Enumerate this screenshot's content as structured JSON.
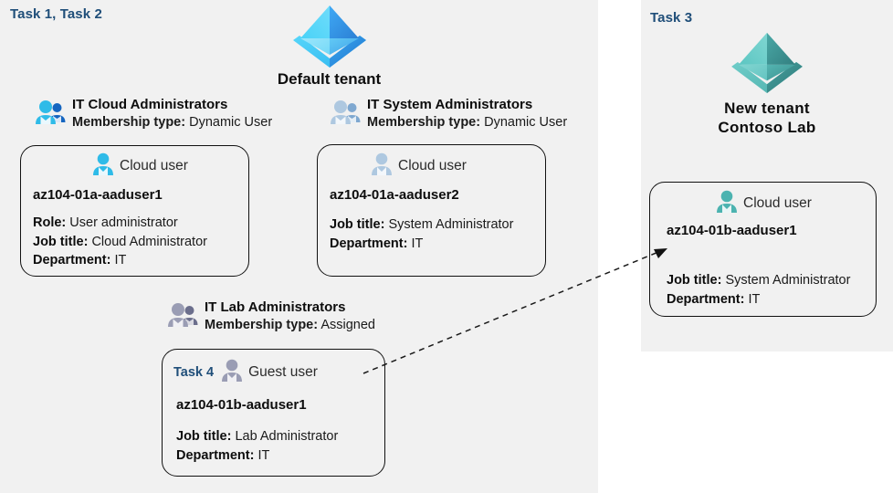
{
  "tasks": {
    "left_label": "Task 1, Task 2",
    "right_label": "Task 3",
    "guest_label": "Task 4"
  },
  "tenants": {
    "default": {
      "name": "Default tenant",
      "icon": "azure-tenant-pyramid-icon",
      "color": "#33c3f0"
    },
    "new": {
      "name": "New  tenant\nContoso Lab",
      "icon": "azure-tenant-pyramid-icon",
      "color": "#4cb3b0"
    }
  },
  "groups": [
    {
      "id": "cloud-admins",
      "name": "IT Cloud Administrators",
      "membership_key": "Membership type:",
      "membership_value": "Dynamic User",
      "icon": "group-users-icon",
      "icon_color": "#29b6e8"
    },
    {
      "id": "sys-admins",
      "name": "IT System Administrators",
      "membership_key": "Membership type:",
      "membership_value": "Dynamic User",
      "icon": "group-users-icon",
      "icon_color": "#a8c4de"
    },
    {
      "id": "lab-admins",
      "name": "IT Lab Administrators",
      "membership_key": "Membership type:",
      "membership_value": "Assigned",
      "icon": "group-users-icon",
      "icon_color": "#8b8ea8"
    }
  ],
  "cards": {
    "aaduser1": {
      "user_type": "Cloud user",
      "icon": "cloud-user-icon",
      "icon_color": "#29b6e8",
      "id": "az104-01a-aaduser1",
      "props": [
        {
          "key": "Role:",
          "value": "User administrator"
        },
        {
          "key": "Job title:",
          "value": "Cloud Administrator"
        },
        {
          "key": "Department:",
          "value": "IT"
        }
      ]
    },
    "aaduser2": {
      "user_type": "Cloud user",
      "icon": "cloud-user-icon",
      "icon_color": "#a8c4de",
      "id": "az104-01a-aaduser2",
      "props": [
        {
          "key": "Job title:",
          "value": "System Administrator"
        },
        {
          "key": "Department:",
          "value": "IT"
        }
      ]
    },
    "guest": {
      "user_type": "Guest user",
      "icon": "guest-user-icon",
      "icon_color": "#8b8ea8",
      "id": "az104-01b-aaduser1",
      "props": [
        {
          "key": "Job title:",
          "value": "Lab Administrator"
        },
        {
          "key": "Department:",
          "value": "IT"
        }
      ]
    },
    "buser1": {
      "user_type": "Cloud user",
      "icon": "cloud-user-icon",
      "icon_color": "#4cb3b0",
      "id": "az104-01b-aaduser1",
      "props": [
        {
          "key": "Job title:",
          "value": "System Administrator"
        },
        {
          "key": "Department:",
          "value": "IT"
        }
      ]
    }
  },
  "connector": {
    "name": "guest-to-new-tenant-arrow",
    "style": "dashed",
    "color": "#1a1a1a"
  },
  "panels": {
    "left_bg": "#f1f1f1",
    "right_bg": "#f1f1f1",
    "page_bg": "#ffffff"
  }
}
